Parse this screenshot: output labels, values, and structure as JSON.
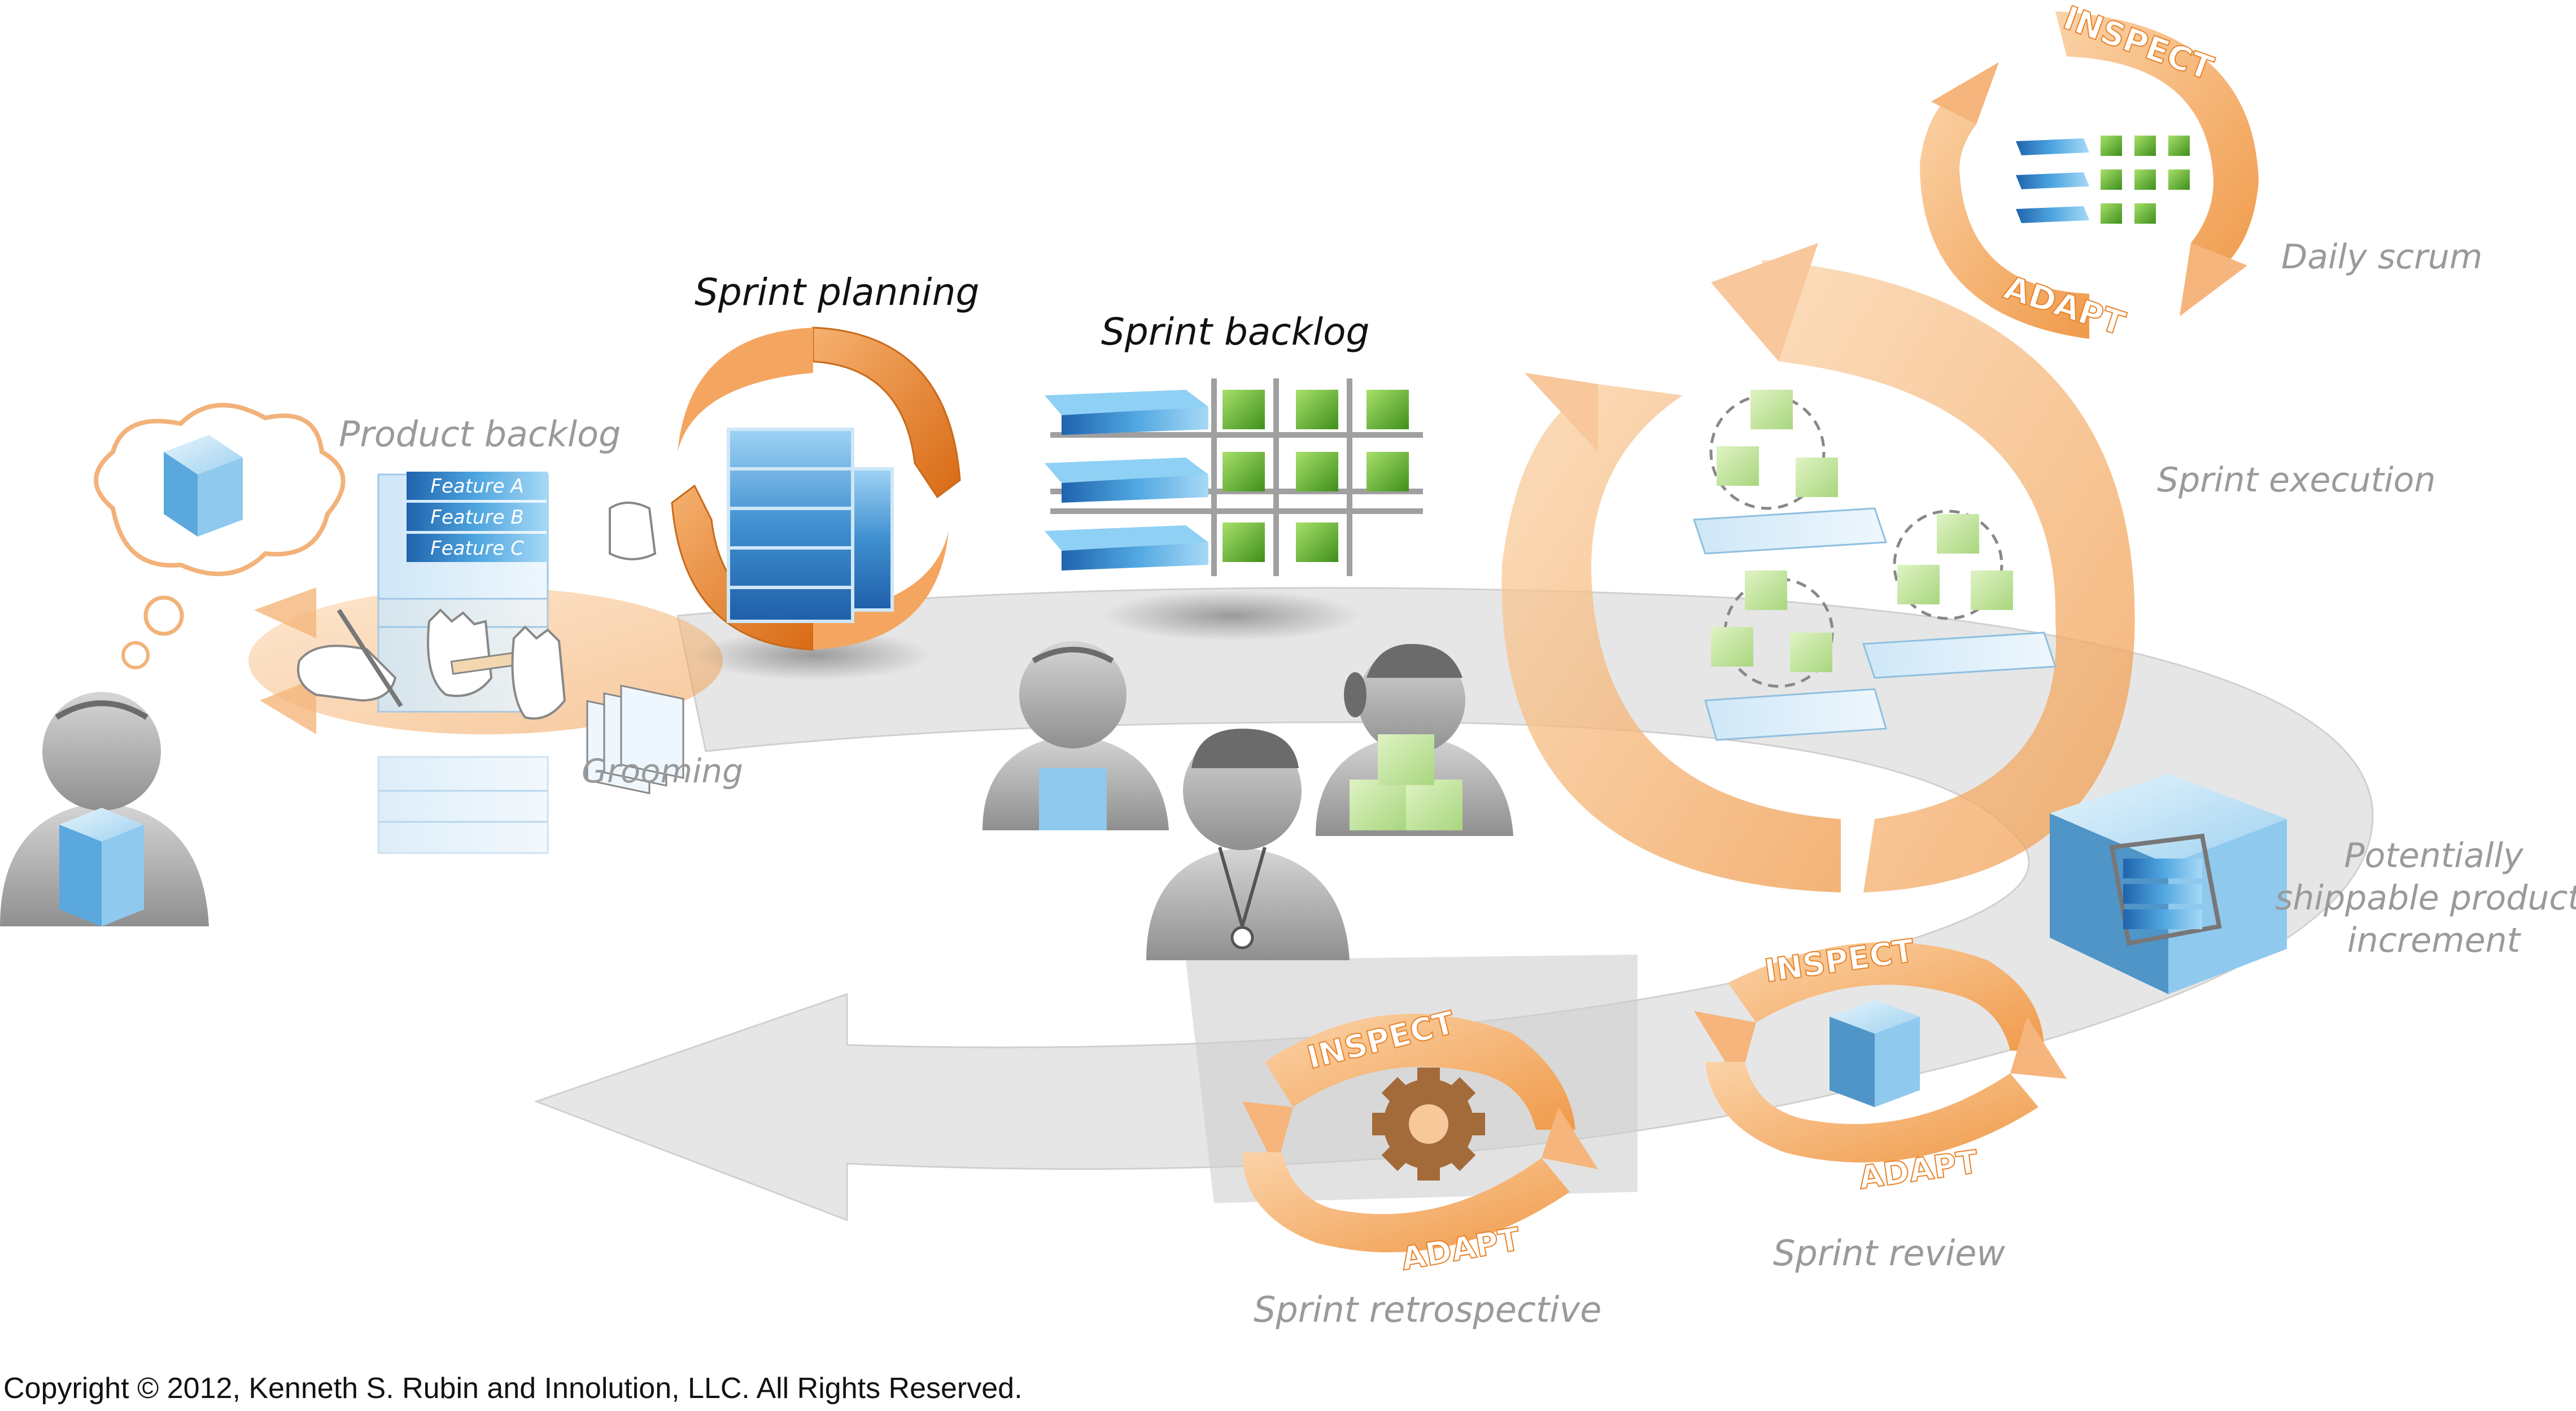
{
  "labels": {
    "product_backlog": "Product backlog",
    "grooming": "Grooming",
    "sprint_planning": "Sprint planning",
    "sprint_backlog": "Sprint backlog",
    "daily_scrum": "Daily scrum",
    "sprint_execution": "Sprint execution",
    "psi_line1": "Potentially",
    "psi_line2": "shippable product",
    "psi_line3": "increment",
    "sprint_review": "Sprint review",
    "sprint_retrospective": "Sprint retrospective"
  },
  "features": [
    "Feature A",
    "Feature B",
    "Feature C"
  ],
  "loop_words": {
    "daily_inspect": "INSPECT",
    "daily_adapt": "ADAPT",
    "review_inspect": "INSPECT",
    "review_adapt": "ADAPT",
    "retro_inspect": "INSPECT",
    "retro_adapt": "ADAPT"
  },
  "copyright": "Copyright © 2012, Kenneth S. Rubin and Innolution, LLC. All Rights Reserved.",
  "colors": {
    "orange": "#f2a65a",
    "orange_dark": "#e8832a",
    "blue": "#3f8fd0",
    "green": "#5fb832",
    "gray": "#bdbdbd"
  },
  "icons": [
    "idea-cube-icon",
    "person-icon",
    "hand-icon",
    "gear-icon",
    "cube-icon",
    "lanyard-icon"
  ]
}
